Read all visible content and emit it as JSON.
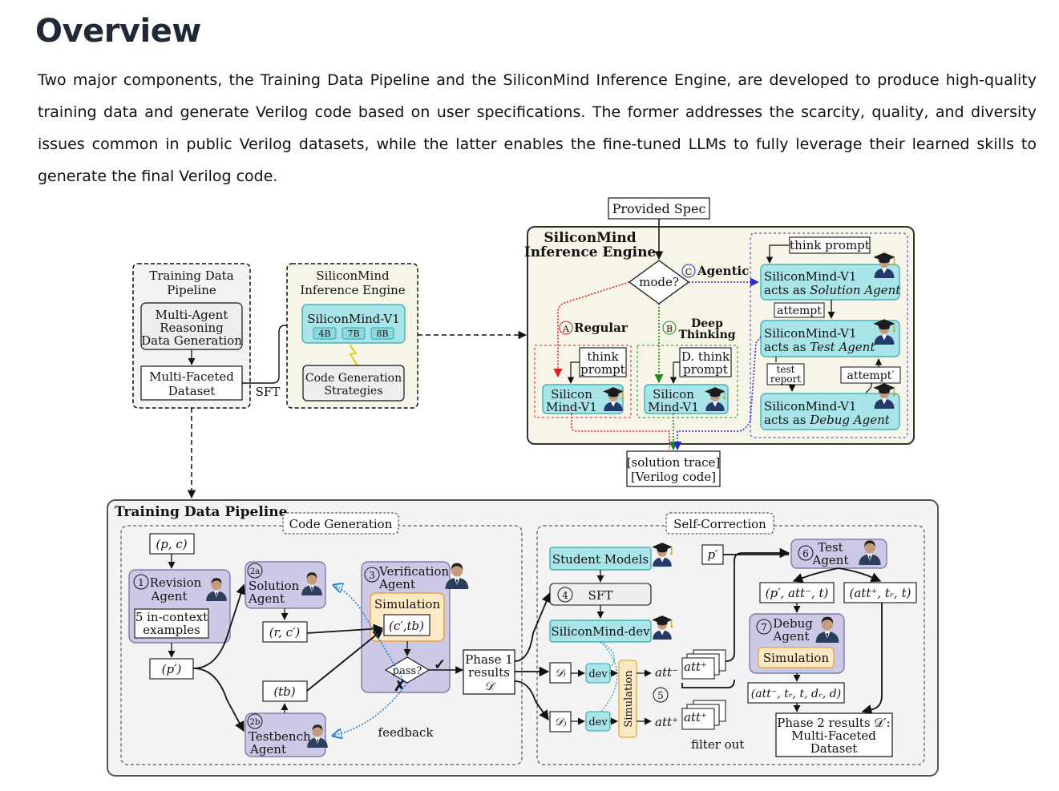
{
  "page": {
    "title": "Overview",
    "paragraph": "Two major components, the Training Data Pipeline and the SiliconMind Inference Engine, are developed to produce high-quality training data and generate Verilog code based on user specifications. The former addresses the scarcity, quality, and diversity issues common in public Verilog datasets, while the latter enables the fine-tuned LLMs to fully leverage their learned skills to generate the final Verilog code."
  },
  "overview_small": {
    "tdp_title_1": "Training Data",
    "tdp_title_2": "Pipeline",
    "multi_agent_1": "Multi-Agent",
    "multi_agent_2": "Reasoning",
    "multi_agent_3": "Data Generation",
    "dataset_1": "Multi-Faceted",
    "dataset_2": "Dataset",
    "sft": "SFT",
    "sie_title_1": "SiliconMind",
    "sie_title_2": "Inference Engine",
    "model": "SiliconMind-V1",
    "sizes": [
      "4B",
      "7B",
      "8B"
    ],
    "codegen_1": "Code Generation",
    "codegen_2": "Strategies"
  },
  "inference_engine": {
    "provided_spec": "Provided Spec",
    "title_1": "SiliconMind",
    "title_2": "Inference Engine",
    "decision": "mode?",
    "mode_a_mark": "A",
    "mode_a": "Regular",
    "mode_b_mark": "B",
    "mode_b_1": "Deep",
    "mode_b_2": "Thinking",
    "mode_c_mark": "C",
    "mode_c": "Agentic",
    "think_prompt_1": "think",
    "think_prompt_2": "prompt",
    "dthink_prompt_1": "D. think",
    "dthink_prompt_2": "prompt",
    "silicon_1": "Silicon",
    "silicon_2": "Mind-V1",
    "agentic_prompt": "think prompt",
    "agent_name": "SiliconMind-V1",
    "acts_as": "acts as",
    "solution_agent": "Solution Agent",
    "test_agent": "Test Agent",
    "debug_agent": "Debug Agent",
    "attempt": "attempt",
    "attempt_prime": "attempt′",
    "test_report_1": "test",
    "test_report_2": "report",
    "output_1": "[solution trace]",
    "output_2": "[Verilog code]"
  },
  "pipeline": {
    "title": "Training Data Pipeline",
    "code_generation": "Code Generation",
    "self_correction": "Self-Correction",
    "pc": "(p, c)",
    "revision_num": "1",
    "revision_1": "Revision",
    "revision_2": "Agent",
    "incontext_1": "5 in-context",
    "incontext_2": "examples",
    "p_prime": "(p′)",
    "solution_num": "2a",
    "solution_1": "Solution",
    "solution_2": "Agent",
    "rc": "(r, c′)",
    "tb": "(tb)",
    "testbench_num": "2b",
    "testbench_1": "Testbench",
    "testbench_2": "Agent",
    "verification_num": "3",
    "verification_1": "Verification",
    "verification_2": "Agent",
    "simulation": "Simulation",
    "ctb": "(c′,tb)",
    "pass": "pass?",
    "check": "✓",
    "cross": "✗",
    "feedback": "feedback",
    "phase1_1": "Phase 1",
    "phase1_2": "results",
    "phase1_3": "𝒟",
    "student_models": "Student Models",
    "sft_num": "4",
    "sft": "SFT",
    "siliconmind_dev": "SiliconMind-dev",
    "di": "𝒟ᵢ",
    "dj": "𝒟ⱼ",
    "dev": "dev",
    "sim_vertical": "Simulation",
    "att_minus": "att⁻",
    "att_plus": "att⁺",
    "step5": "5",
    "filter_out": "filter out",
    "p_prime_2": "p′",
    "test_num": "6",
    "test_1": "Test",
    "test_2": "Agent",
    "neg_tuple": "(p′, att⁻, t)",
    "pos_tuple": "(att⁺, tᵣ, t)",
    "debug_num": "7",
    "debug_1": "Debug",
    "debug_2": "Agent",
    "debug_sim": "Simulation",
    "debug_tuple": "(att⁻, tᵣ, t, dᵣ, d)",
    "phase2_1": "Phase 2 results 𝒟′:",
    "phase2_2": "Multi-Faceted",
    "phase2_3": "Dataset"
  },
  "colors": {
    "teal": "#a8e4e8",
    "teal_stroke": "#2aa7ae",
    "purple": "#ccc9e6",
    "purple_stroke": "#6f6a9c",
    "orange": "#fde9c4",
    "orange_stroke": "#e7a43a",
    "cream": "#f7f5e7",
    "gray_panel": "#f3f3f3",
    "regular_red": "#d62020",
    "deep_green": "#1a8c1a",
    "agentic_blue": "#2d2dcc",
    "feedback_blue": "#1b7fd6"
  },
  "icons": [
    "graduate-agent-icon",
    "business-agent-icon",
    "lightning-icon"
  ]
}
